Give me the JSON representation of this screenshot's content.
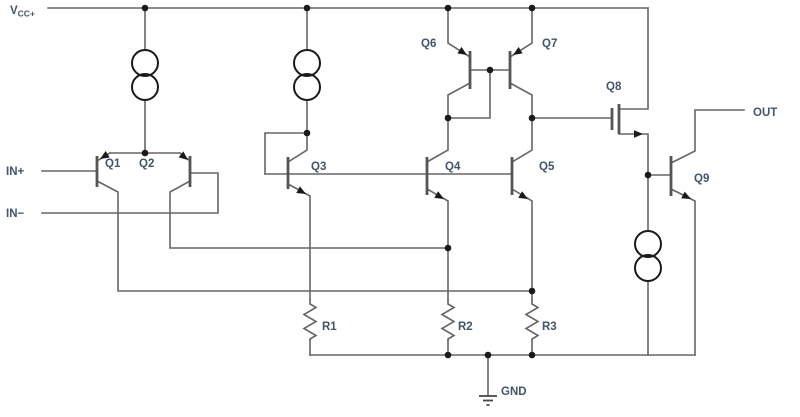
{
  "diagram_type": "circuit-schematic",
  "labels": {
    "vcc_base": "V",
    "vcc_sub": "CC+",
    "in_plus": "IN+",
    "in_minus": "IN−",
    "out": "OUT",
    "gnd": "GND"
  },
  "transistors": {
    "q1": "Q1",
    "q2": "Q2",
    "q3": "Q3",
    "q4": "Q4",
    "q5": "Q5",
    "q6": "Q6",
    "q7": "Q7",
    "q8": "Q8",
    "q9": "Q9"
  },
  "resistors": {
    "r1": "R1",
    "r2": "R2",
    "r3": "R3"
  },
  "current_sources_count": 3,
  "colors": {
    "wire": "#666666",
    "component_stroke": "#1a1a1a",
    "label_text": "#44546A",
    "background": "#ffffff"
  }
}
